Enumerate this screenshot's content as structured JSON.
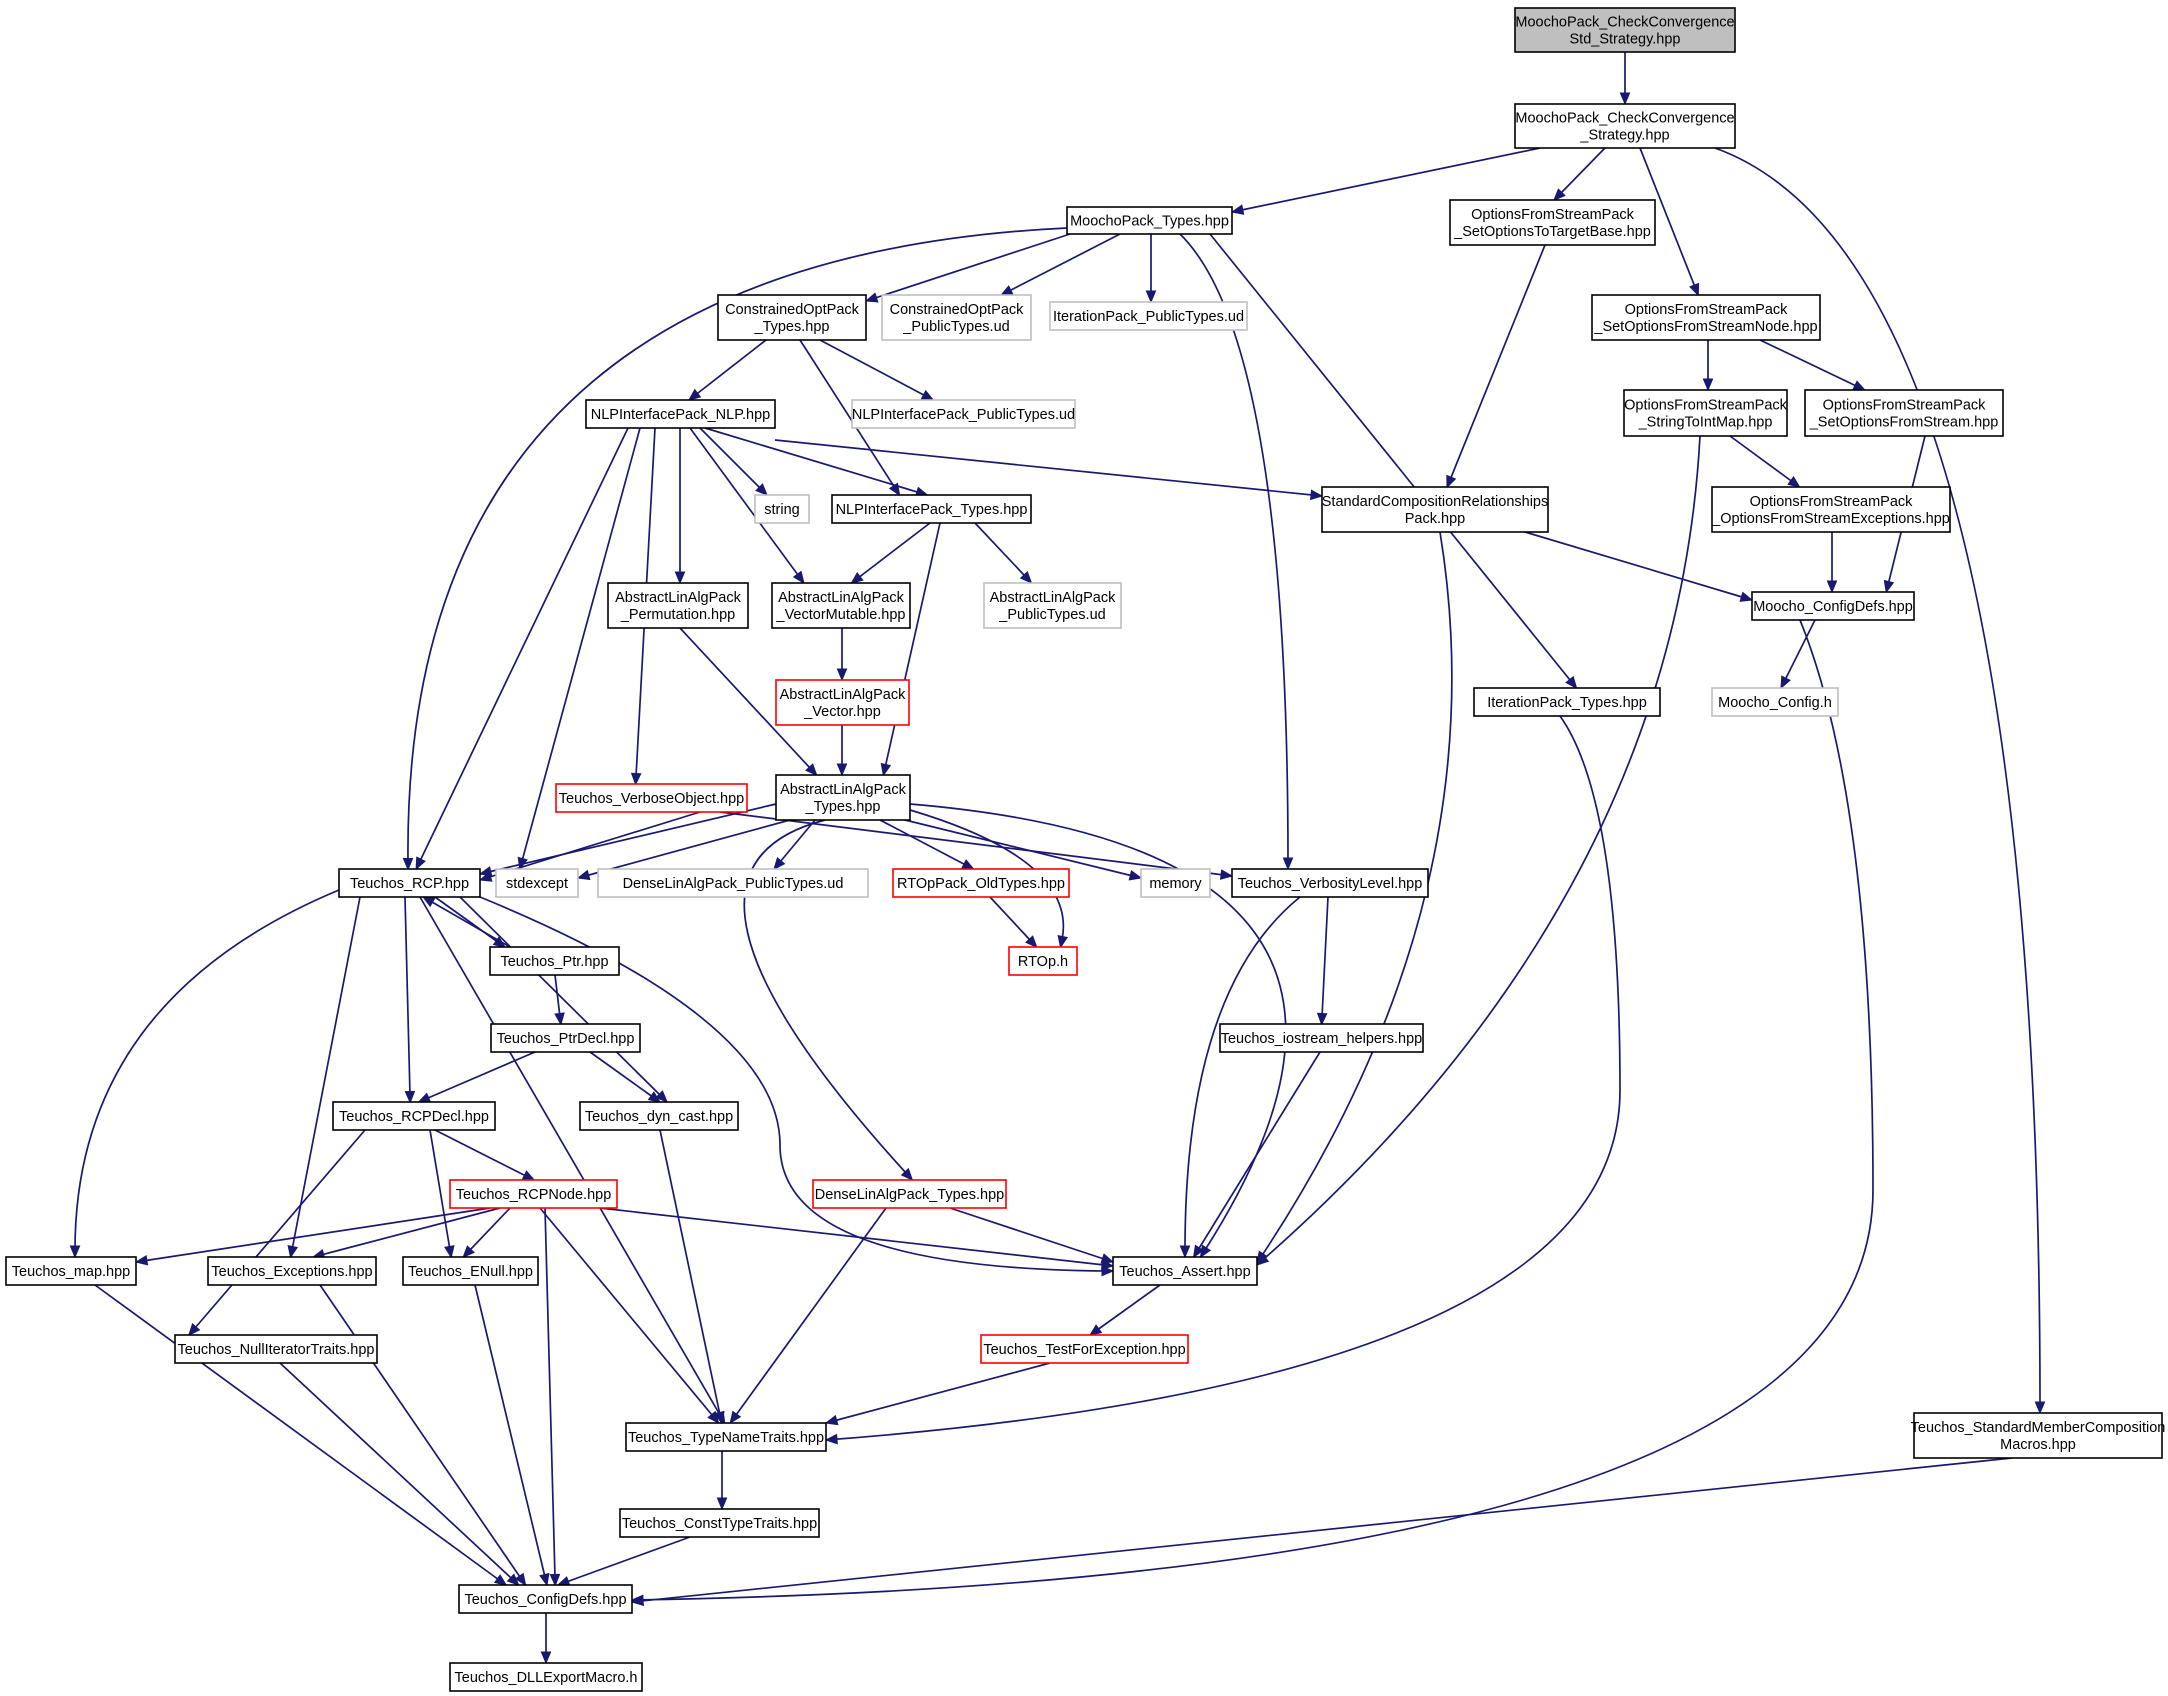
{
  "colors": {
    "edge": "#191970",
    "border_normal": "#000000",
    "border_external": "#bfbfbf",
    "border_incomplete": "#ff0000",
    "fill_current": "#bfbfbf",
    "fill_default": "#ffffff"
  },
  "nodes": [
    {
      "id": "n0",
      "lines": [
        "MoochoPack_CheckConvergence",
        "Std_Strategy.hpp"
      ],
      "kind": "current"
    },
    {
      "id": "n1",
      "lines": [
        "MoochoPack_CheckConvergence",
        "_Strategy.hpp"
      ],
      "kind": "normal"
    },
    {
      "id": "n2",
      "lines": [
        "MoochoPack_Types.hpp"
      ],
      "kind": "normal"
    },
    {
      "id": "n3",
      "lines": [
        "OptionsFromStreamPack",
        "_SetOptionsToTargetBase.hpp"
      ],
      "kind": "normal"
    },
    {
      "id": "n4",
      "lines": [
        "OptionsFromStreamPack",
        "_SetOptionsFromStreamNode.hpp"
      ],
      "kind": "normal"
    },
    {
      "id": "n5",
      "lines": [
        "ConstrainedOptPack",
        "_Types.hpp"
      ],
      "kind": "normal"
    },
    {
      "id": "n6",
      "lines": [
        "ConstrainedOptPack",
        "_PublicTypes.ud"
      ],
      "kind": "external"
    },
    {
      "id": "n7",
      "lines": [
        "IterationPack_PublicTypes.ud"
      ],
      "kind": "external"
    },
    {
      "id": "n8",
      "lines": [
        "NLPInterfacePack_NLP.hpp"
      ],
      "kind": "normal"
    },
    {
      "id": "n9",
      "lines": [
        "NLPInterfacePack_PublicTypes.ud"
      ],
      "kind": "external"
    },
    {
      "id": "n10",
      "lines": [
        "OptionsFromStreamPack",
        "_StringToIntMap.hpp"
      ],
      "kind": "normal"
    },
    {
      "id": "n11",
      "lines": [
        "OptionsFromStreamPack",
        "_SetOptionsFromStream.hpp"
      ],
      "kind": "normal"
    },
    {
      "id": "n12",
      "lines": [
        "string"
      ],
      "kind": "external"
    },
    {
      "id": "n13",
      "lines": [
        "NLPInterfacePack_Types.hpp"
      ],
      "kind": "normal"
    },
    {
      "id": "n14",
      "lines": [
        "StandardCompositionRelationships",
        "Pack.hpp"
      ],
      "kind": "normal"
    },
    {
      "id": "n15",
      "lines": [
        "OptionsFromStreamPack",
        "_OptionsFromStreamExceptions.hpp"
      ],
      "kind": "normal"
    },
    {
      "id": "n16",
      "lines": [
        "AbstractLinAlgPack",
        "_Permutation.hpp"
      ],
      "kind": "normal"
    },
    {
      "id": "n17",
      "lines": [
        "AbstractLinAlgPack",
        "_VectorMutable.hpp"
      ],
      "kind": "normal"
    },
    {
      "id": "n18",
      "lines": [
        "AbstractLinAlgPack",
        "_PublicTypes.ud"
      ],
      "kind": "external"
    },
    {
      "id": "n19",
      "lines": [
        "Moocho_ConfigDefs.hpp"
      ],
      "kind": "normal"
    },
    {
      "id": "n20",
      "lines": [
        "AbstractLinAlgPack",
        "_Vector.hpp"
      ],
      "kind": "incomplete"
    },
    {
      "id": "n21",
      "lines": [
        "IterationPack_Types.hpp"
      ],
      "kind": "normal"
    },
    {
      "id": "n22",
      "lines": [
        "Moocho_Config.h"
      ],
      "kind": "external"
    },
    {
      "id": "n23",
      "lines": [
        "Teuchos_VerboseObject.hpp"
      ],
      "kind": "incomplete"
    },
    {
      "id": "n24",
      "lines": [
        "AbstractLinAlgPack",
        "_Types.hpp"
      ],
      "kind": "normal"
    },
    {
      "id": "n25",
      "lines": [
        "Teuchos_RCP.hpp"
      ],
      "kind": "normal"
    },
    {
      "id": "n26",
      "lines": [
        "stdexcept"
      ],
      "kind": "external"
    },
    {
      "id": "n27",
      "lines": [
        "DenseLinAlgPack_PublicTypes.ud"
      ],
      "kind": "external"
    },
    {
      "id": "n28",
      "lines": [
        "RTOpPack_OldTypes.hpp"
      ],
      "kind": "incomplete"
    },
    {
      "id": "n29",
      "lines": [
        "memory"
      ],
      "kind": "external"
    },
    {
      "id": "n30",
      "lines": [
        "Teuchos_VerbosityLevel.hpp"
      ],
      "kind": "normal"
    },
    {
      "id": "n31",
      "lines": [
        "Teuchos_Ptr.hpp"
      ],
      "kind": "normal"
    },
    {
      "id": "n32",
      "lines": [
        "RTOp.h"
      ],
      "kind": "incomplete"
    },
    {
      "id": "n33",
      "lines": [
        "Teuchos_PtrDecl.hpp"
      ],
      "kind": "normal"
    },
    {
      "id": "n34",
      "lines": [
        "Teuchos_iostream_helpers.hpp"
      ],
      "kind": "normal"
    },
    {
      "id": "n35",
      "lines": [
        "Teuchos_RCPDecl.hpp"
      ],
      "kind": "normal"
    },
    {
      "id": "n36",
      "lines": [
        "Teuchos_dyn_cast.hpp"
      ],
      "kind": "normal"
    },
    {
      "id": "n37",
      "lines": [
        "Teuchos_RCPNode.hpp"
      ],
      "kind": "incomplete"
    },
    {
      "id": "n38",
      "lines": [
        "DenseLinAlgPack_Types.hpp"
      ],
      "kind": "incomplete"
    },
    {
      "id": "n39",
      "lines": [
        "Teuchos_map.hpp"
      ],
      "kind": "normal"
    },
    {
      "id": "n40",
      "lines": [
        "Teuchos_Exceptions.hpp"
      ],
      "kind": "normal"
    },
    {
      "id": "n41",
      "lines": [
        "Teuchos_ENull.hpp"
      ],
      "kind": "normal"
    },
    {
      "id": "n42",
      "lines": [
        "Teuchos_Assert.hpp"
      ],
      "kind": "normal"
    },
    {
      "id": "n43",
      "lines": [
        "Teuchos_NullIteratorTraits.hpp"
      ],
      "kind": "normal"
    },
    {
      "id": "n44",
      "lines": [
        "Teuchos_TestForException.hpp"
      ],
      "kind": "incomplete"
    },
    {
      "id": "n45",
      "lines": [
        "Teuchos_TypeNameTraits.hpp"
      ],
      "kind": "normal"
    },
    {
      "id": "n46",
      "lines": [
        "Teuchos_StandardMemberComposition",
        "Macros.hpp"
      ],
      "kind": "normal"
    },
    {
      "id": "n47",
      "lines": [
        "Teuchos_ConstTypeTraits.hpp"
      ],
      "kind": "normal"
    },
    {
      "id": "n48",
      "lines": [
        "Teuchos_ConfigDefs.hpp"
      ],
      "kind": "normal"
    },
    {
      "id": "n49",
      "lines": [
        "Teuchos_DLLExportMacro.h"
      ],
      "kind": "normal"
    }
  ]
}
